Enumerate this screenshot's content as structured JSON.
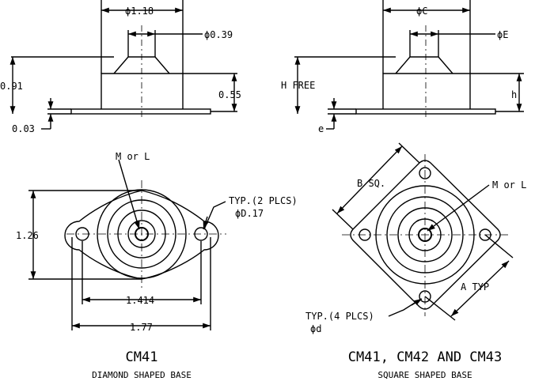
{
  "side_left": {
    "dia_top": "ϕ1.18",
    "dia_stud": "ϕ0.39",
    "height_total": "0.91",
    "height_body": "0.55",
    "base_thick": "0.03"
  },
  "side_right": {
    "dia_top": "ϕC",
    "dia_stud": "ϕE",
    "height_total": "H FREE",
    "height_body": "h",
    "base_thick": "e"
  },
  "plan_left": {
    "thread": "M or L",
    "holes_note": "TYP.(2 PLCS)",
    "holes_dia": "ϕD.17",
    "height": "1.26",
    "hole_spacing": "1.414",
    "length": "1.77",
    "title": "CM41",
    "subtitle": "DIAMOND SHAPED BASE"
  },
  "plan_right": {
    "square": "B SQ.",
    "thread": "M or L",
    "spacing": "A TYP",
    "holes_note": "TYP.(4 PLCS)",
    "holes_dia": "ϕd",
    "title": "CM41, CM42 AND CM43",
    "subtitle": "SQUARE SHAPED BASE"
  }
}
